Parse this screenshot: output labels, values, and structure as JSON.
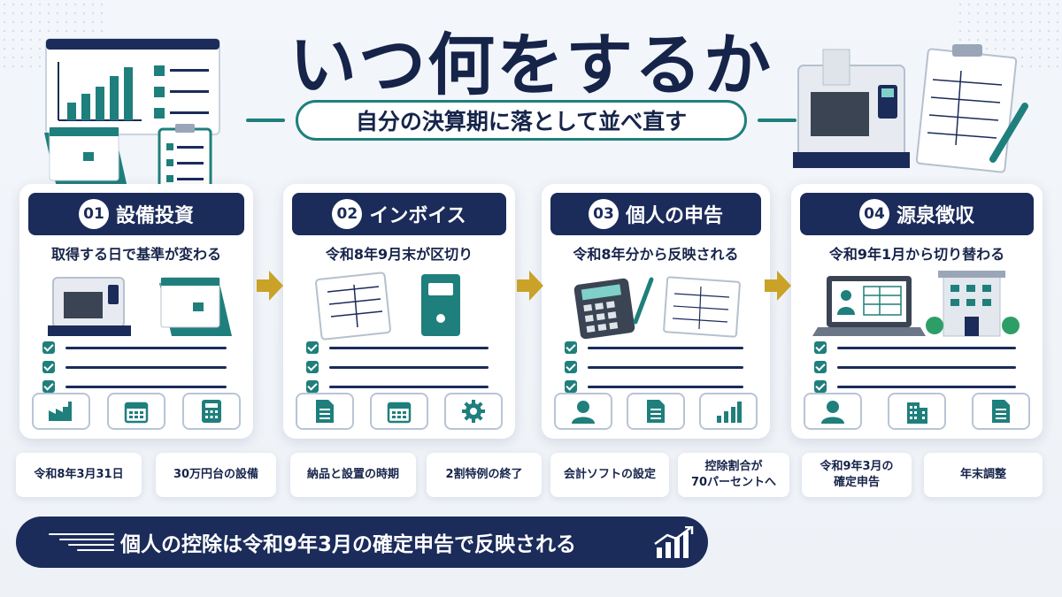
{
  "title": "いつ何をするか",
  "subtitle": "自分の決算期に落として並べ直す",
  "steps": [
    {
      "num": "01",
      "title": "設備投資",
      "subtitle": "取得する日で基準が変わる",
      "icons": [
        "factory-icon",
        "calendar-icon",
        "calculator-icon"
      ]
    },
    {
      "num": "02",
      "title": "インボイス",
      "subtitle": "令和8年9月末が区切り",
      "icons": [
        "document-icon",
        "calendar-icon",
        "gear-icon"
      ]
    },
    {
      "num": "03",
      "title": "個人の申告",
      "subtitle": "令和8年分から反映される",
      "icons": [
        "person-icon",
        "document-icon",
        "bar-chart-icon"
      ]
    },
    {
      "num": "04",
      "title": "源泉徴収",
      "subtitle": "令和9年1月から切り替わる",
      "icons": [
        "person-icon",
        "building-icon",
        "document-icon"
      ]
    }
  ],
  "tags": [
    "令和8年3月31日",
    "30万円台の設備",
    "納品と設置の時期",
    "2割特例の終了",
    "会計ソフトの設定",
    "控除割合が\n70パーセントへ",
    "令和9年3月の\n確定申告",
    "年末調整"
  ],
  "banner": "個人の控除は令和9年3月の確定申告で反映される",
  "colors": {
    "navy": "#1b2b5a",
    "teal": "#1f7f7c",
    "gold": "#c9a227",
    "background": "#eef2f7"
  }
}
